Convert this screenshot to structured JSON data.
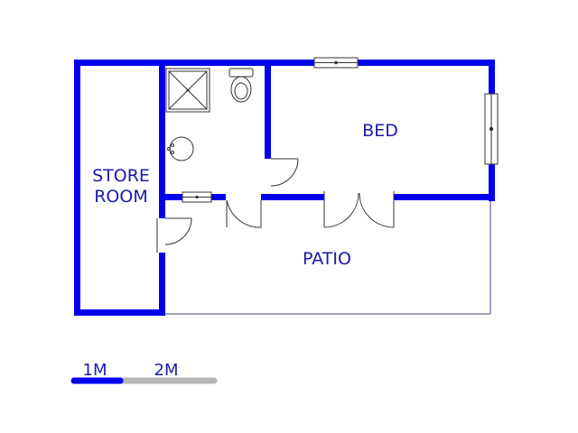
{
  "rooms": {
    "store_line1": "STORE",
    "store_line2": "ROOM",
    "bed": "BED",
    "patio": "PATIO"
  },
  "scale": {
    "label_1": "1M",
    "label_2": "2M"
  },
  "colors": {
    "wall": "#0000ee",
    "text": "#1a1ab0",
    "scale_grey": "#b8b8b8"
  }
}
